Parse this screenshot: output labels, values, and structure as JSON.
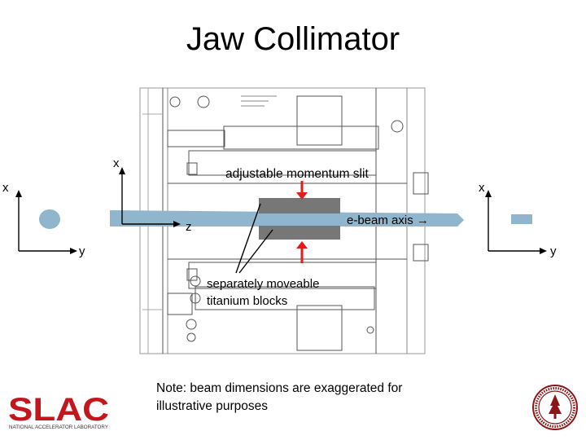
{
  "slide": {
    "title": "Jaw Collimator"
  },
  "drawing_labels": {
    "slit": "adjustable momentum slit",
    "beam_axis": "e-beam axis →",
    "blocks_line1": "separately moveable",
    "blocks_line2": "titanium blocks"
  },
  "axes": {
    "left": {
      "vertical": "x",
      "horizontal": "y"
    },
    "center": {
      "vertical": "x",
      "horizontal": "z"
    },
    "right": {
      "vertical": "x",
      "horizontal": "y"
    }
  },
  "note": {
    "line1": "Note:  beam dimensions are exaggerated for",
    "line2": "illustrative purposes"
  },
  "logos": {
    "slac_wordmark": "SLAC",
    "slac_subtitle": "NATIONAL ACCELERATOR LABORATORY"
  },
  "colors": {
    "beam": "#8fb6cc",
    "jaw": "#777777",
    "arrow": "#e31b1b",
    "slac_red": "#c4161c",
    "seal_red": "#8c1515"
  }
}
